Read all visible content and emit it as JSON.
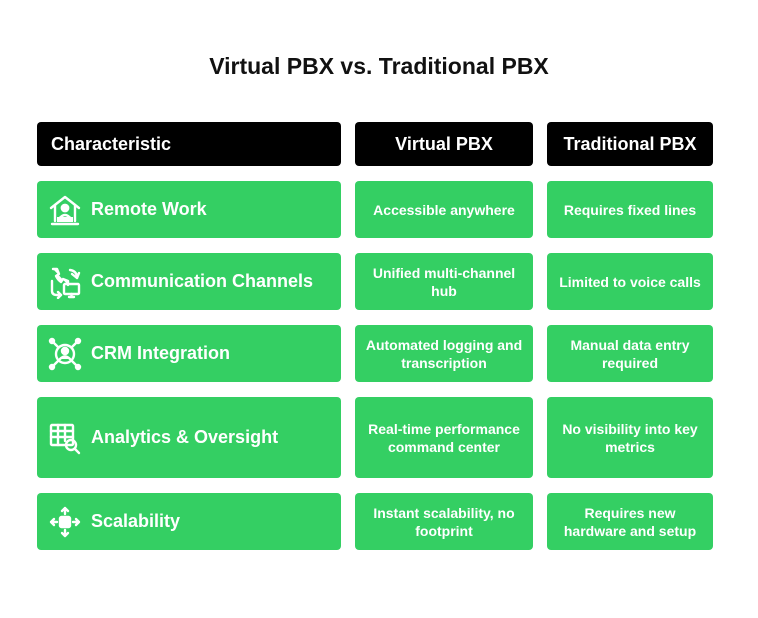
{
  "title": "Virtual PBX vs. Traditional PBX",
  "header": {
    "characteristic": "Characteristic",
    "virtual": "Virtual PBX",
    "traditional": "Traditional PBX"
  },
  "rows": [
    {
      "icon": "home-worker-icon",
      "label": "Remote Work",
      "virtual": "Accessible anywhere",
      "traditional": "Requires fixed lines"
    },
    {
      "icon": "phone-to-computer-icon",
      "label": "Communication Channels",
      "virtual": "Unified multi-channel hub",
      "traditional": "Limited to voice calls"
    },
    {
      "icon": "person-network-icon",
      "label": "CRM Integration",
      "virtual": "Automated logging and transcription",
      "traditional": "Manual data entry required"
    },
    {
      "icon": "spreadsheet-search-icon",
      "label": "Analytics & Oversight",
      "virtual": "Real-time performance command center",
      "traditional": "No visibility into key metrics"
    },
    {
      "icon": "expand-arrows-icon",
      "label": "Scalability",
      "virtual": "Instant scalability, no footprint",
      "traditional": "Requires new hardware and setup"
    }
  ],
  "colors": {
    "header_bg": "#000000",
    "cell_bg": "#34cf63",
    "text_on_cell": "#ffffff"
  }
}
